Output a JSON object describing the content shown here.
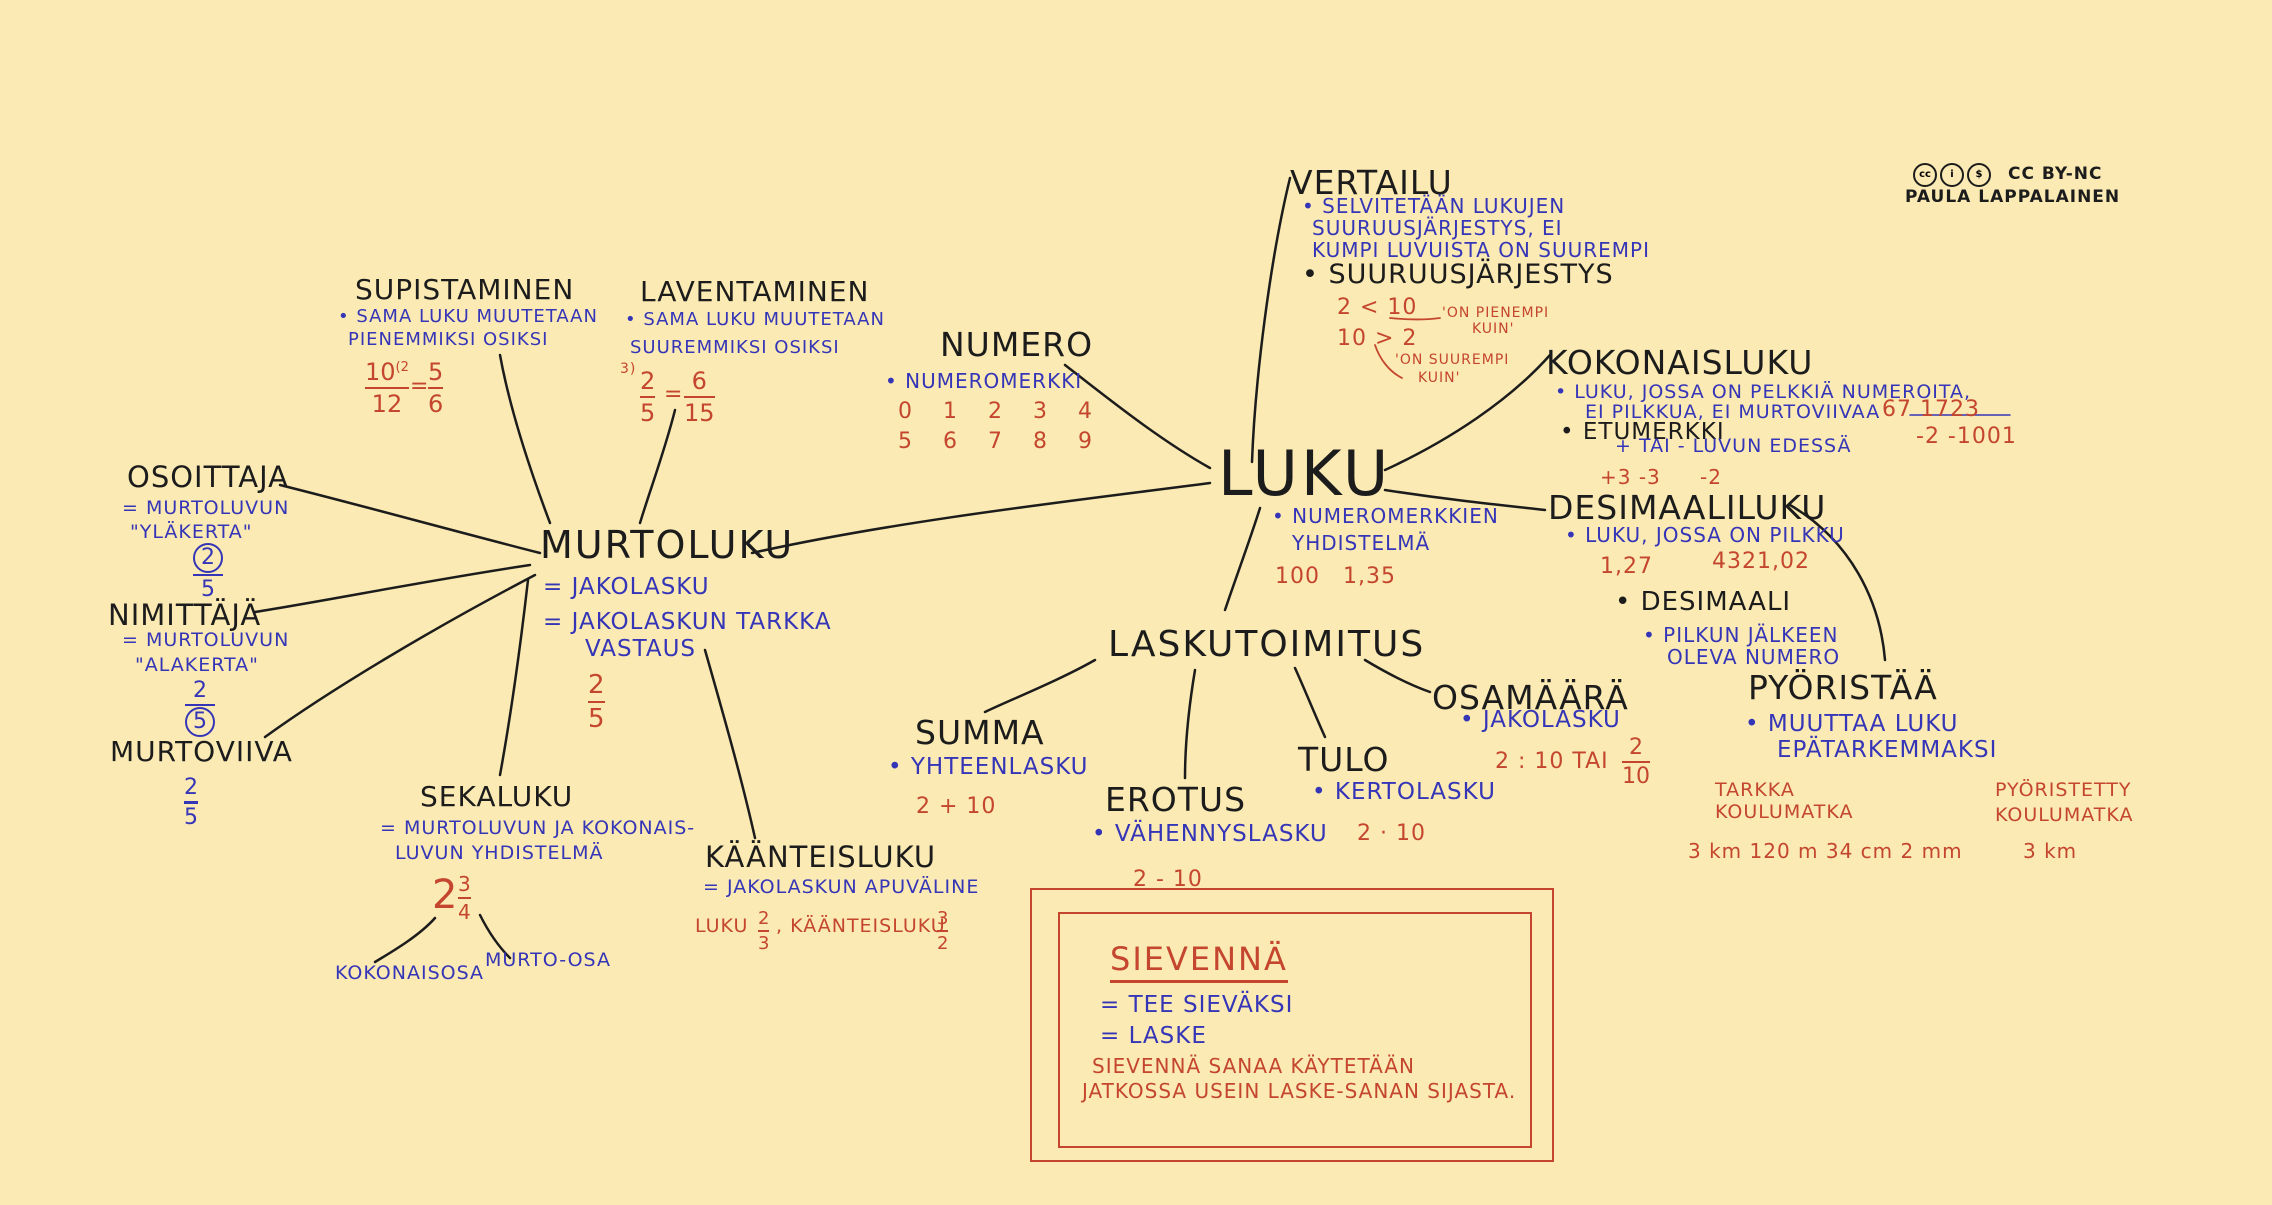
{
  "license": {
    "text": "CC BY-NC",
    "author": "PAULA LAPPALAINEN"
  },
  "center": {
    "title": "LUKU",
    "def": "• NUMEROMERKKIEN",
    "def2": "YHDISTELMÄ",
    "ex1": "100",
    "ex2": "1,35"
  },
  "numero": {
    "title": "NUMERO",
    "def": "• NUMEROMERKKI",
    "row1": "0 1 2 3 4",
    "row2": "5 6 7 8 9"
  },
  "vertailu": {
    "title": "VERTAILU",
    "def1": "• SELVITETÄÄN LUKUJEN",
    "def2": "SUURUUSJÄRJESTYS, EI",
    "def3": "KUMPI LUVUISTA ON SUUREMPI",
    "sub": "• SUURUUSJÄRJESTYS",
    "ex1": "2 < 10",
    "ex1note1": "'ON PIENEMPI",
    "ex1note2": "KUIN'",
    "ex2": "10 > 2",
    "ex2note1": "'ON SUUREMPI",
    "ex2note2": "KUIN'"
  },
  "kokonaisluku": {
    "title": "KOKONAISLUKU",
    "def1": "• LUKU, JOSSA ON PELKKIÄ NUMEROITA,",
    "def2": "EI PILKKUA, EI MURTOVIIVAA",
    "ex1": "67   1723",
    "ex2": "-2   -1001",
    "sub": "• ETUMERKKI",
    "subdef": "+ TAI - LUVUN EDESSÄ",
    "subex1": "+3 -3",
    "subex2": "-2"
  },
  "desimaaliluku": {
    "title": "DESIMAALILUKU",
    "def": "• LUKU, JOSSA ON PILKKU",
    "ex1": "1,27",
    "ex2": "4321,02",
    "sub": "• DESIMAALI",
    "subdef1": "• PILKUN JÄLKEEN",
    "subdef2": "OLEVA NUMERO"
  },
  "pyoristaa": {
    "title": "PYÖRISTÄÄ",
    "def1": "• MUUTTAA LUKU",
    "def2": "EPÄTARKEMMAKSI",
    "left1": "TARKKA",
    "left2": "KOULUMATKA",
    "leftval": "3 km 120 m 34 cm 2 mm",
    "right1": "PYÖRISTETTY",
    "right2": "KOULUMATKA",
    "rightval": "3 km"
  },
  "laskutoimitus": {
    "title": "LASKUTOIMITUS"
  },
  "summa": {
    "title": "SUMMA",
    "def": "• YHTEENLASKU",
    "ex": "2 + 10"
  },
  "erotus": {
    "title": "EROTUS",
    "def": "• VÄHENNYSLASKU",
    "ex": "2 - 10"
  },
  "tulo": {
    "title": "TULO",
    "def": "• KERTOLASKU",
    "ex": "2 · 10"
  },
  "osamaara": {
    "title": "OSAMÄÄRÄ",
    "def": "• JAKOLASKU",
    "ex": "2 : 10  TAI",
    "num": "2",
    "den": "10"
  },
  "sievenna": {
    "title": "SIEVENNÄ",
    "def1": "= TEE SIEVÄKSI",
    "def2": "= LASKE",
    "note1": "SIEVENNÄ SANAA KÄYTETÄÄN",
    "note2": "JATKOSSA USEIN LASKE-SANAN SIJASTA."
  },
  "murtoluku": {
    "title": "MURTOLUKU",
    "def1": "= JAKOLASKU",
    "def2": "= JAKOLASKUN TARKKA",
    "def3": "VASTAUS",
    "num": "2",
    "den": "5"
  },
  "supistaminen": {
    "title": "SUPISTAMINEN",
    "def1": "• SAMA LUKU MUUTETAAN",
    "def2": "PIENEMMIKSI OSIKSI",
    "n1": "10",
    "sup": "(2",
    "d1": "12",
    "eq": "=",
    "n2": "5",
    "d2": "6"
  },
  "laventaminen": {
    "title": "LAVENTAMINEN",
    "def1": "• SAMA LUKU MUUTETAAN",
    "def2": "SUUREMMIKSI OSIKSI",
    "sup": "3)",
    "n1": "2",
    "d1": "5",
    "eq": "=",
    "n2": "6",
    "d2": "15"
  },
  "osoittaja": {
    "title": "OSOITTAJA",
    "def1": "= MURTOLUVUN",
    "def2": "\"YLÄKERTA\"",
    "num": "2",
    "den": "5"
  },
  "nimittaja": {
    "title": "NIMITTÄJÄ",
    "def1": "= MURTOLUVUN",
    "def2": "\"ALAKERTA\"",
    "num": "2",
    "den": "5"
  },
  "murtoviiva": {
    "title": "MURTOVIIVA",
    "num": "2",
    "den": "5"
  },
  "sekaluku": {
    "title": "SEKALUKU",
    "def1": "= MURTOLUVUN JA KOKONAIS-",
    "def2": "LUVUN YHDISTELMÄ",
    "whole": "2",
    "num": "3",
    "den": "4",
    "left": "KOKONAISOSA",
    "right": "MURTO-OSA"
  },
  "kaanteisluku": {
    "title": "KÄÄNTEISLUKU",
    "def": "= JAKOLASKUN APUVÄLINE",
    "ex1": "LUKU",
    "n1": "2",
    "d1": "3",
    "ex2": ", KÄÄNTEISLUKU",
    "n2": "3",
    "d2": "2"
  }
}
